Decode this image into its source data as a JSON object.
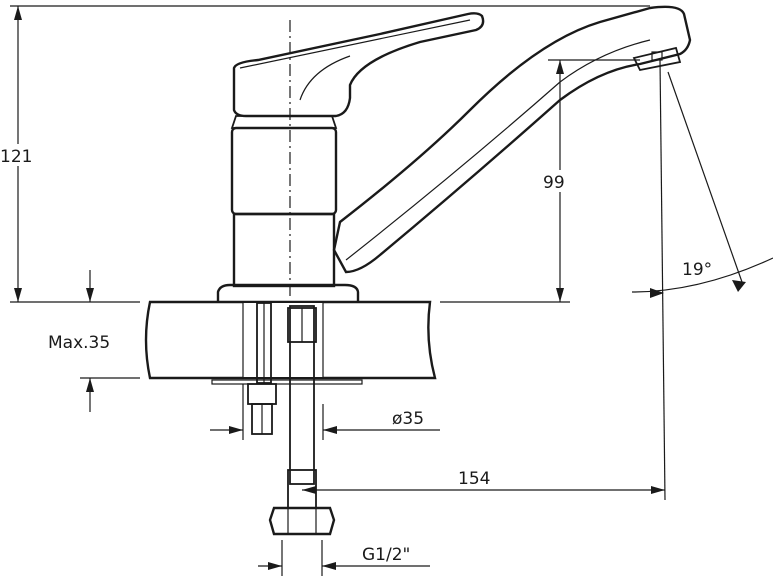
{
  "dimensions": {
    "height_overall": "121",
    "spout_height": "99",
    "spout_angle": "19°",
    "max_deck_thickness": "Max.35",
    "hole_diameter": "ø35",
    "spout_reach": "154",
    "thread": "G1/2\""
  }
}
